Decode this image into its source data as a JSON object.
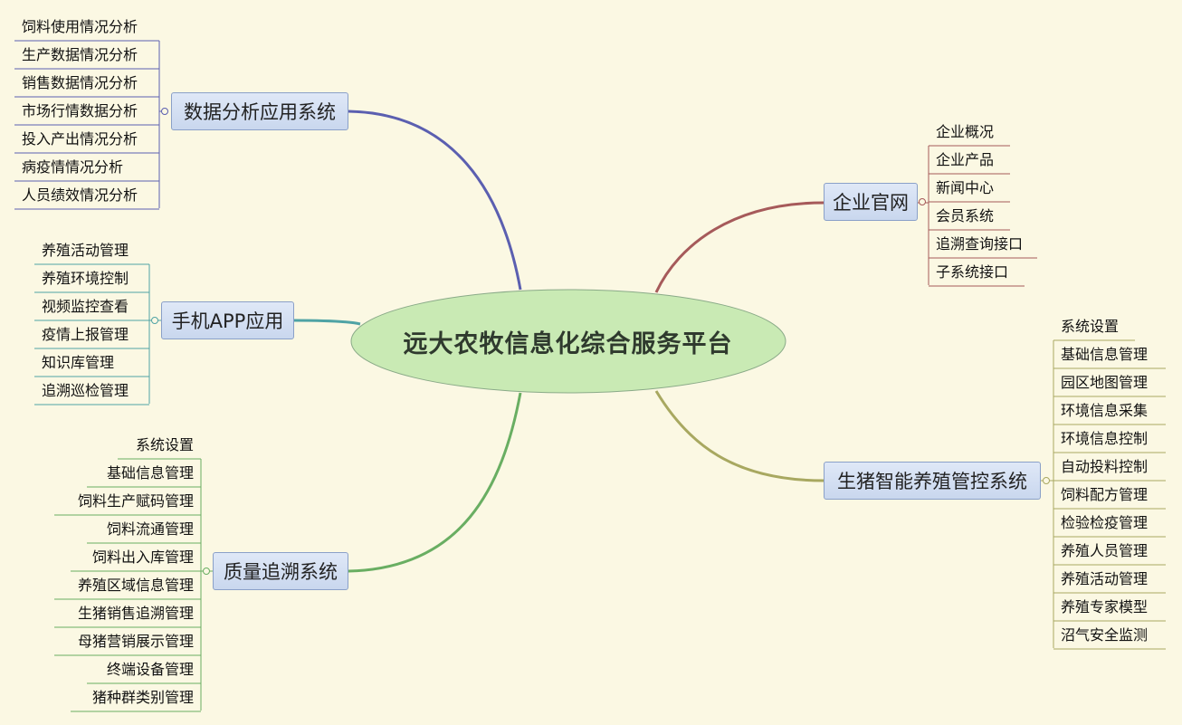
{
  "center": {
    "title": "远大农牧信息化综合服务平台"
  },
  "branches": {
    "data_analysis": {
      "title": "数据分析应用系统",
      "items": [
        "饲料使用情况分析",
        "生产数据情况分析",
        "销售数据情况分析",
        "市场行情数据分析",
        "投入产出情况分析",
        "病疫情情况分析",
        "人员绩效情况分析"
      ]
    },
    "mobile_app": {
      "title": "手机APP应用",
      "items": [
        "养殖活动管理",
        "养殖环境控制",
        "视频监控查看",
        "疫情上报管理",
        "知识库管理",
        "追溯巡检管理"
      ]
    },
    "quality_trace": {
      "title": "质量追溯系统",
      "items": [
        "系统设置",
        "基础信息管理",
        "饲料生产赋码管理",
        "饲料流通管理",
        "饲料出入库管理",
        "养殖区域信息管理",
        "生猪销售追溯管理",
        "母猪营销展示管理",
        "终端设备管理",
        "猪种群类别管理"
      ]
    },
    "website": {
      "title": "企业官网",
      "items": [
        "企业概况",
        "企业产品",
        "新闻中心",
        "会员系统",
        "追溯查询接口",
        "子系统接口"
      ]
    },
    "pig_farming": {
      "title": "生猪智能养殖管控系统",
      "items": [
        "系统设置",
        "基础信息管理",
        "园区地图管理",
        "环境信息采集",
        "环境信息控制",
        "自动投料控制",
        "饲料配方管理",
        "检验检疫管理",
        "养殖人员管理",
        "养殖活动管理",
        "养殖专家模型",
        "沼气安全监测"
      ]
    }
  },
  "colors": {
    "data_analysis": "#5b5fb0",
    "mobile_app": "#4fa3a5",
    "quality_trace": "#69ae62",
    "website": "#a65a5a",
    "pig_farming": "#a8a860"
  }
}
